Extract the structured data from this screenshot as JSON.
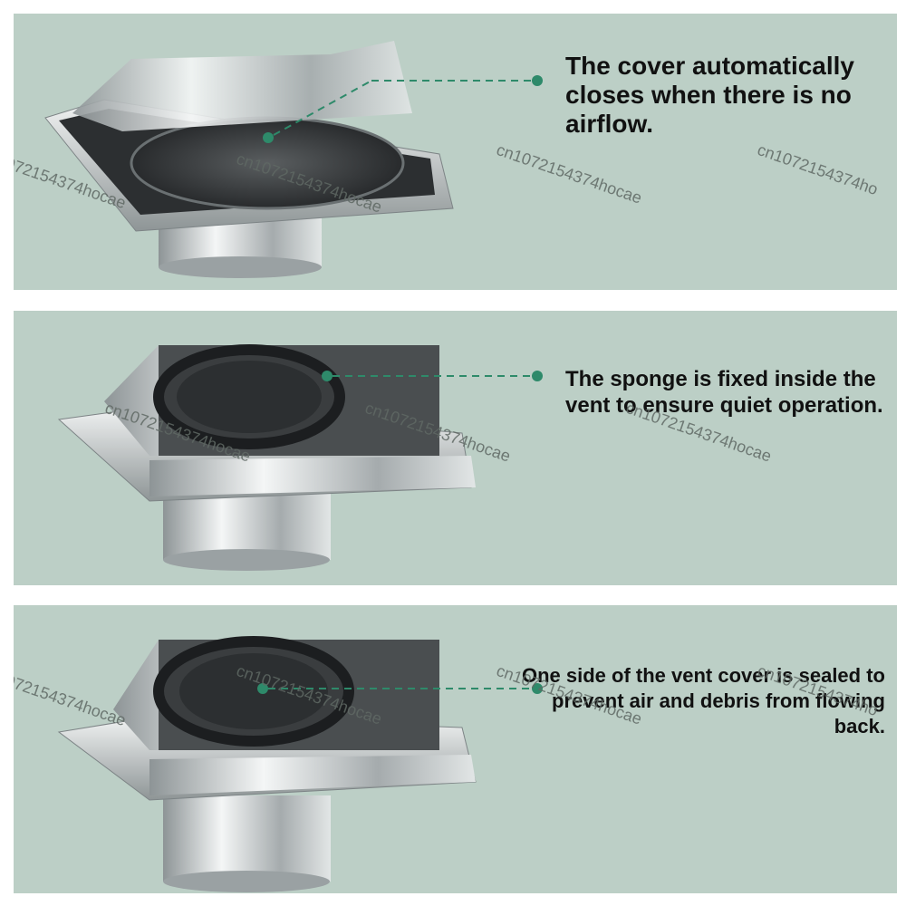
{
  "panels": [
    {
      "caption": "The cover automatically closes when there is no airflow."
    },
    {
      "caption": "The sponge is fixed inside the vent to ensure quiet operation."
    },
    {
      "caption": "One side of the vent cover is sealed to prevent air and debris from flowing back."
    }
  ],
  "watermark": {
    "text": "cn1072154374hocae",
    "text_partial": "072154374hocae",
    "text_right": "cn1072154374ho"
  },
  "colors": {
    "panel_bg": "#bccfc6",
    "dot": "#2e8a6a",
    "leader_line": "#2e8a6a",
    "caption_text": "#111111"
  },
  "icons": [
    "vent-cover-illustration",
    "callout-dot-icon"
  ]
}
